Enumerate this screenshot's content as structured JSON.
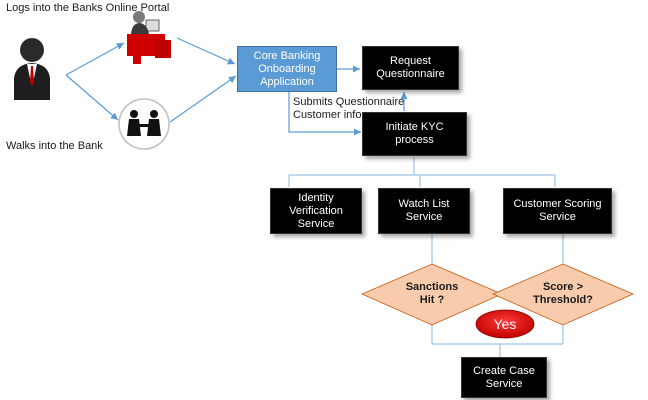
{
  "colors": {
    "accent_blue": "#5a9bd5",
    "connector": "#5b9bd5",
    "process_box": "#000000",
    "decision_fill": "#f8cbad",
    "yes_fill": "#e00000"
  },
  "channels": {
    "online_label": "Logs into the Banks Online Portal",
    "branch_label": "Walks into the Bank"
  },
  "core_banking": {
    "label": "Core Banking\nOnboarding\nApplication"
  },
  "request_box": {
    "label": "Request\nQuestionnaire"
  },
  "submit_note": {
    "label": "Submits Questionnaire\nCustomer info"
  },
  "kyc_box": {
    "label": "Initiate KYC\nprocess"
  },
  "services": {
    "identity": "Identity\nVerification\nService",
    "watchlist": "Watch List\nService",
    "scoring": "Customer Scoring\nService"
  },
  "decisions": {
    "sanctions": "Sanctions\nHit ?",
    "score": "Score >\nThreshold?"
  },
  "yes_badge": {
    "label": "Yes"
  },
  "case_box": {
    "label": "Create Case\nService"
  },
  "icons": [
    "customer-icon",
    "online-user-icon",
    "handshake-icon"
  ]
}
